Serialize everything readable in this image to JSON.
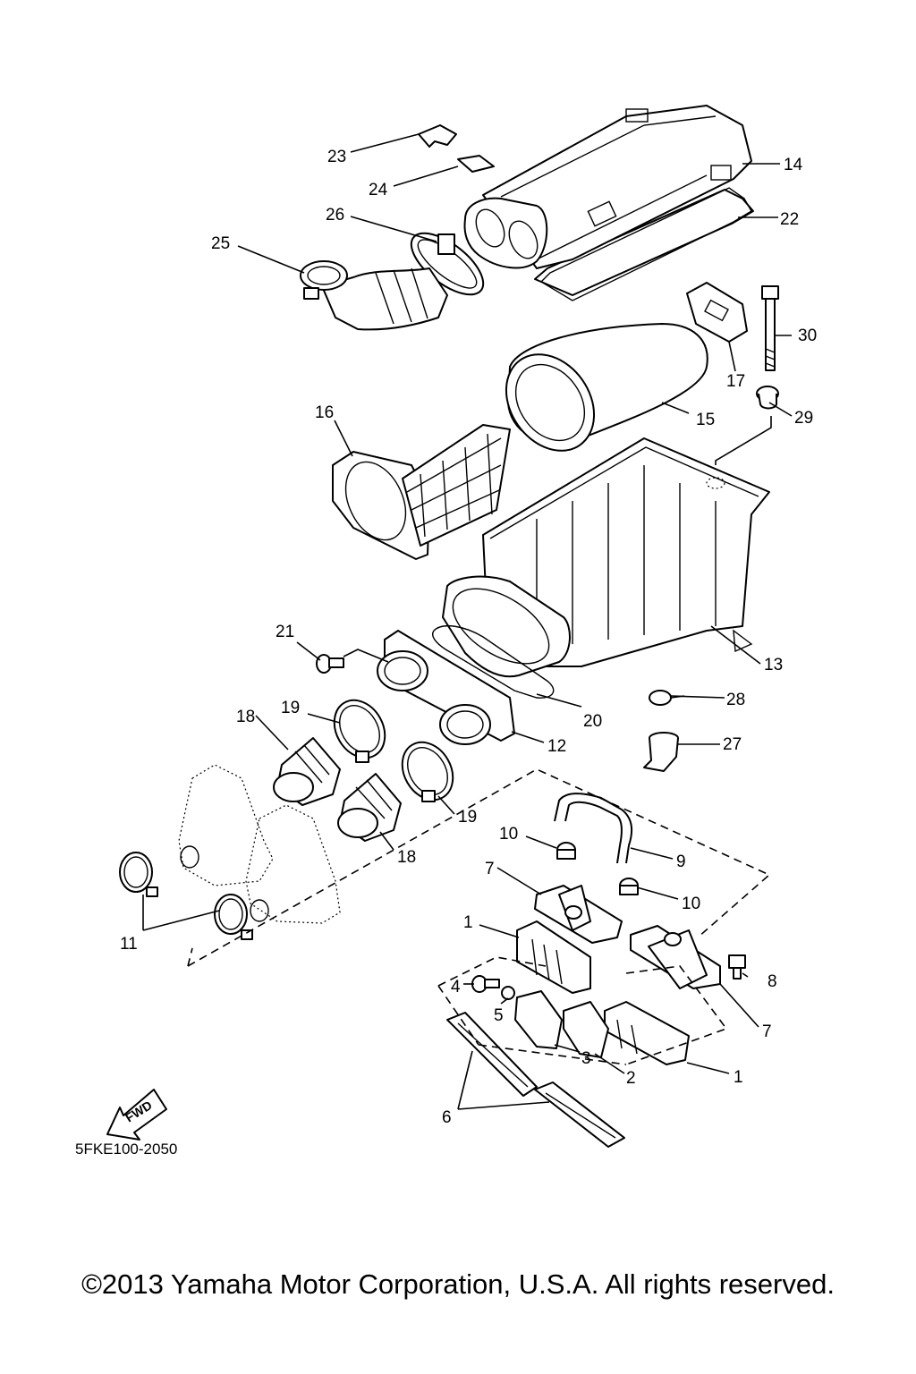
{
  "diagram": {
    "callouts": [
      {
        "id": "c23",
        "label": "23"
      },
      {
        "id": "c24",
        "label": "24"
      },
      {
        "id": "c26",
        "label": "26"
      },
      {
        "id": "c25",
        "label": "25"
      },
      {
        "id": "c14",
        "label": "14"
      },
      {
        "id": "c22",
        "label": "22"
      },
      {
        "id": "c30",
        "label": "30"
      },
      {
        "id": "c17",
        "label": "17"
      },
      {
        "id": "c29",
        "label": "29"
      },
      {
        "id": "c16",
        "label": "16"
      },
      {
        "id": "c15",
        "label": "15"
      },
      {
        "id": "c13",
        "label": "13"
      },
      {
        "id": "c21",
        "label": "21"
      },
      {
        "id": "c19a",
        "label": "19"
      },
      {
        "id": "c18a",
        "label": "18"
      },
      {
        "id": "c28",
        "label": "28"
      },
      {
        "id": "c20",
        "label": "20"
      },
      {
        "id": "c12",
        "label": "12"
      },
      {
        "id": "c27",
        "label": "27"
      },
      {
        "id": "c19b",
        "label": "19"
      },
      {
        "id": "c10a",
        "label": "10"
      },
      {
        "id": "c9",
        "label": "9"
      },
      {
        "id": "c18b",
        "label": "18"
      },
      {
        "id": "c7a",
        "label": "7"
      },
      {
        "id": "c10b",
        "label": "10"
      },
      {
        "id": "c1a",
        "label": "1"
      },
      {
        "id": "c11",
        "label": "11"
      },
      {
        "id": "c8",
        "label": "8"
      },
      {
        "id": "c4",
        "label": "4"
      },
      {
        "id": "c5",
        "label": "5"
      },
      {
        "id": "c7b",
        "label": "7"
      },
      {
        "id": "c3",
        "label": "3"
      },
      {
        "id": "c2",
        "label": "2"
      },
      {
        "id": "c1b",
        "label": "1"
      },
      {
        "id": "c6",
        "label": "6"
      }
    ],
    "fwd_label": "FWD",
    "drawing_code": "5FKE100-2050"
  },
  "copyright": "©2013 Yamaha Motor Corporation, U.S.A. All rights reserved."
}
